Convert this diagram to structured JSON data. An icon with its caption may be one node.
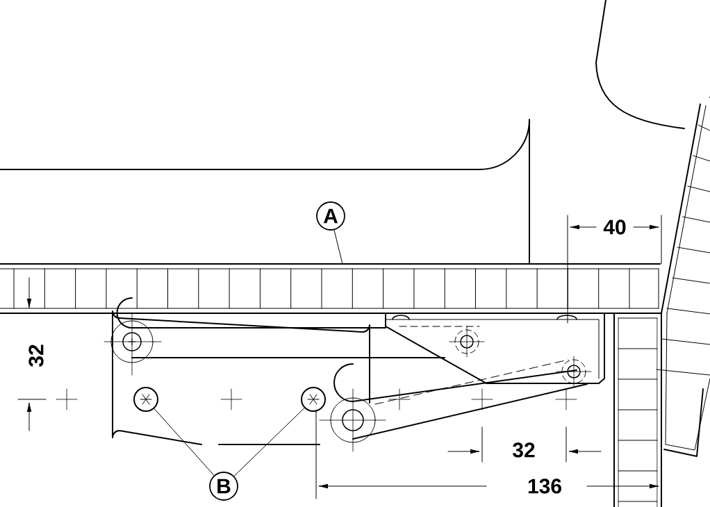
{
  "diagram": {
    "nodes": [
      {
        "text": [
          "A"
        ]
      },
      {
        "text": [
          "B"
        ]
      },
      {
        "text": [],
        "shape": "circle"
      },
      {
        "text": [],
        "shape": "circle"
      }
    ],
    "edges": [
      {
        "from": 0,
        "to": null,
        "arrow": "none"
      },
      {
        "from": 1,
        "to": 2,
        "arrow": "none"
      },
      {
        "from": 1,
        "to": 3,
        "arrow": "none"
      }
    ],
    "labels": [
      "40",
      "32",
      "32",
      "136"
    ]
  }
}
